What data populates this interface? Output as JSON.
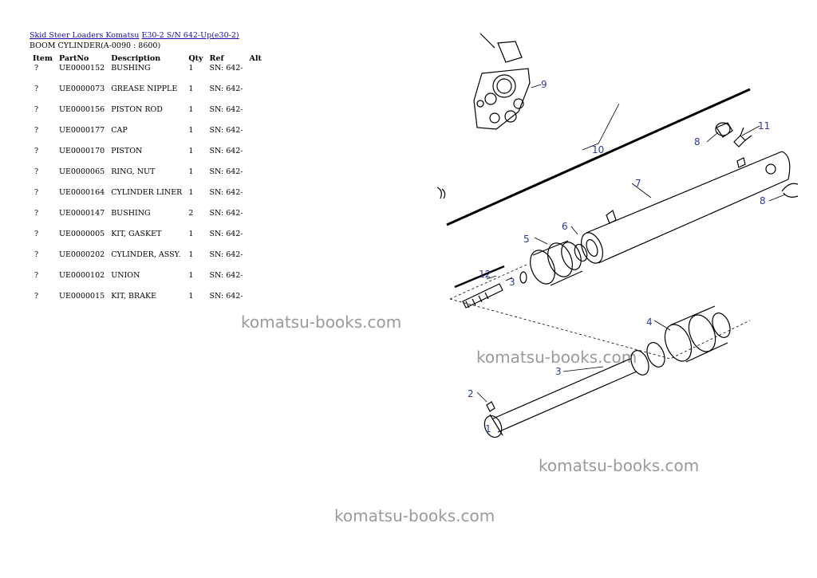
{
  "breadcrumb": {
    "link1": "Skid Steer Loaders Komatsu",
    "link2": "E30-2 S/N 642-Up(e30-2)"
  },
  "subtitle": "BOOM CYLINDER(A-0090 : 8600)",
  "table": {
    "headers": [
      "Item",
      "PartNo",
      "Description",
      "Qty",
      "Ref",
      "Alt"
    ],
    "rows": [
      {
        "item": "?",
        "partno": "UE0000152",
        "desc": "BUSHING",
        "qty": "1",
        "ref": "SN: 642-"
      },
      {
        "item": "?",
        "partno": "UE0000073",
        "desc": "GREASE NIPPLE",
        "qty": "1",
        "ref": "SN: 642-"
      },
      {
        "item": "?",
        "partno": "UE0000156",
        "desc": "PISTON ROD",
        "qty": "1",
        "ref": "SN: 642-"
      },
      {
        "item": "?",
        "partno": "UE0000177",
        "desc": "CAP",
        "qty": "1",
        "ref": "SN: 642-"
      },
      {
        "item": "?",
        "partno": "UE0000170",
        "desc": "PISTON",
        "qty": "1",
        "ref": "SN: 642-"
      },
      {
        "item": "?",
        "partno": "UE0000065",
        "desc": "RING, NUT",
        "qty": "1",
        "ref": "SN: 642-"
      },
      {
        "item": "?",
        "partno": "UE0000164",
        "desc": "CYLINDER LINER",
        "qty": "1",
        "ref": "SN: 642-"
      },
      {
        "item": "?",
        "partno": "UE0000147",
        "desc": "BUSHING",
        "qty": "2",
        "ref": "SN: 642-"
      },
      {
        "item": "?",
        "partno": "UE0000005",
        "desc": "KIT, GASKET",
        "qty": "1",
        "ref": "SN: 642-"
      },
      {
        "item": "?",
        "partno": "UE0000202",
        "desc": "CYLINDER, ASSY.",
        "qty": "1",
        "ref": "SN: 642-"
      },
      {
        "item": "?",
        "partno": "UE0000102",
        "desc": "UNION",
        "qty": "1",
        "ref": "SN: 642-"
      },
      {
        "item": "?",
        "partno": "UE0000015",
        "desc": "KIT, BRAKE",
        "qty": "1",
        "ref": "SN: 642-"
      }
    ]
  },
  "watermark": "komatsu-books.com",
  "diagram": {
    "callouts": [
      "1",
      "2",
      "3",
      "4",
      "5",
      "6",
      "7",
      "8",
      "9",
      "10",
      "11",
      "12"
    ],
    "callout_color": "#2b3a9e"
  }
}
